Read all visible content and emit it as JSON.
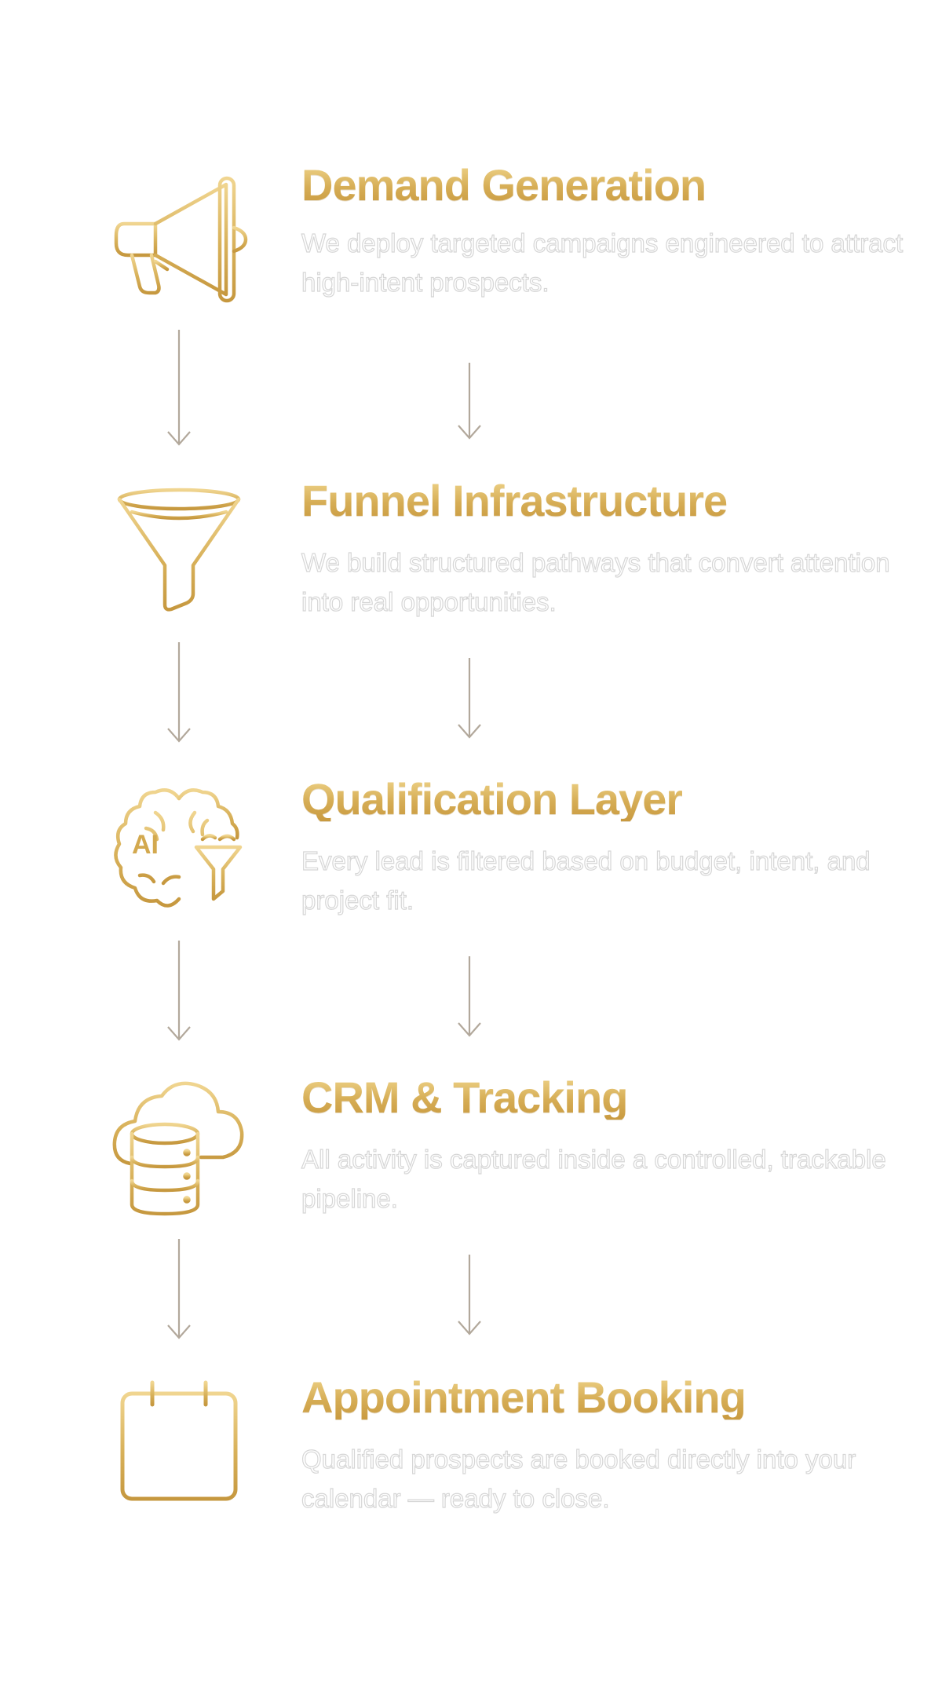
{
  "accent": {
    "gold_light": "#efd48a",
    "gold": "#d6ad55",
    "gold_dark": "#c99a40",
    "arrow": "#b2a89b",
    "outline": "#d6d6d6"
  },
  "steps": [
    {
      "icon": "megaphone-icon",
      "title": "Demand Generation",
      "description": "We deploy targeted campaigns engineered to attract high-intent prospects."
    },
    {
      "icon": "funnel-icon",
      "title": "Funnel Infrastructure",
      "description": "We build structured pathways that convert attention into real opportunities."
    },
    {
      "icon": "ai-brain-filter-icon",
      "title": "Qualification Layer",
      "description": "Every lead is filtered based on budget, intent, and project fit."
    },
    {
      "icon": "cloud-database-icon",
      "title": "CRM & Tracking",
      "description": "All activity is captured inside a controlled, trackable pipeline."
    },
    {
      "icon": "calendar-icon",
      "title": "Appointment Booking",
      "description": "Qualified prospects are booked directly into your calendar — ready to close."
    }
  ],
  "ai_badge": "AI"
}
